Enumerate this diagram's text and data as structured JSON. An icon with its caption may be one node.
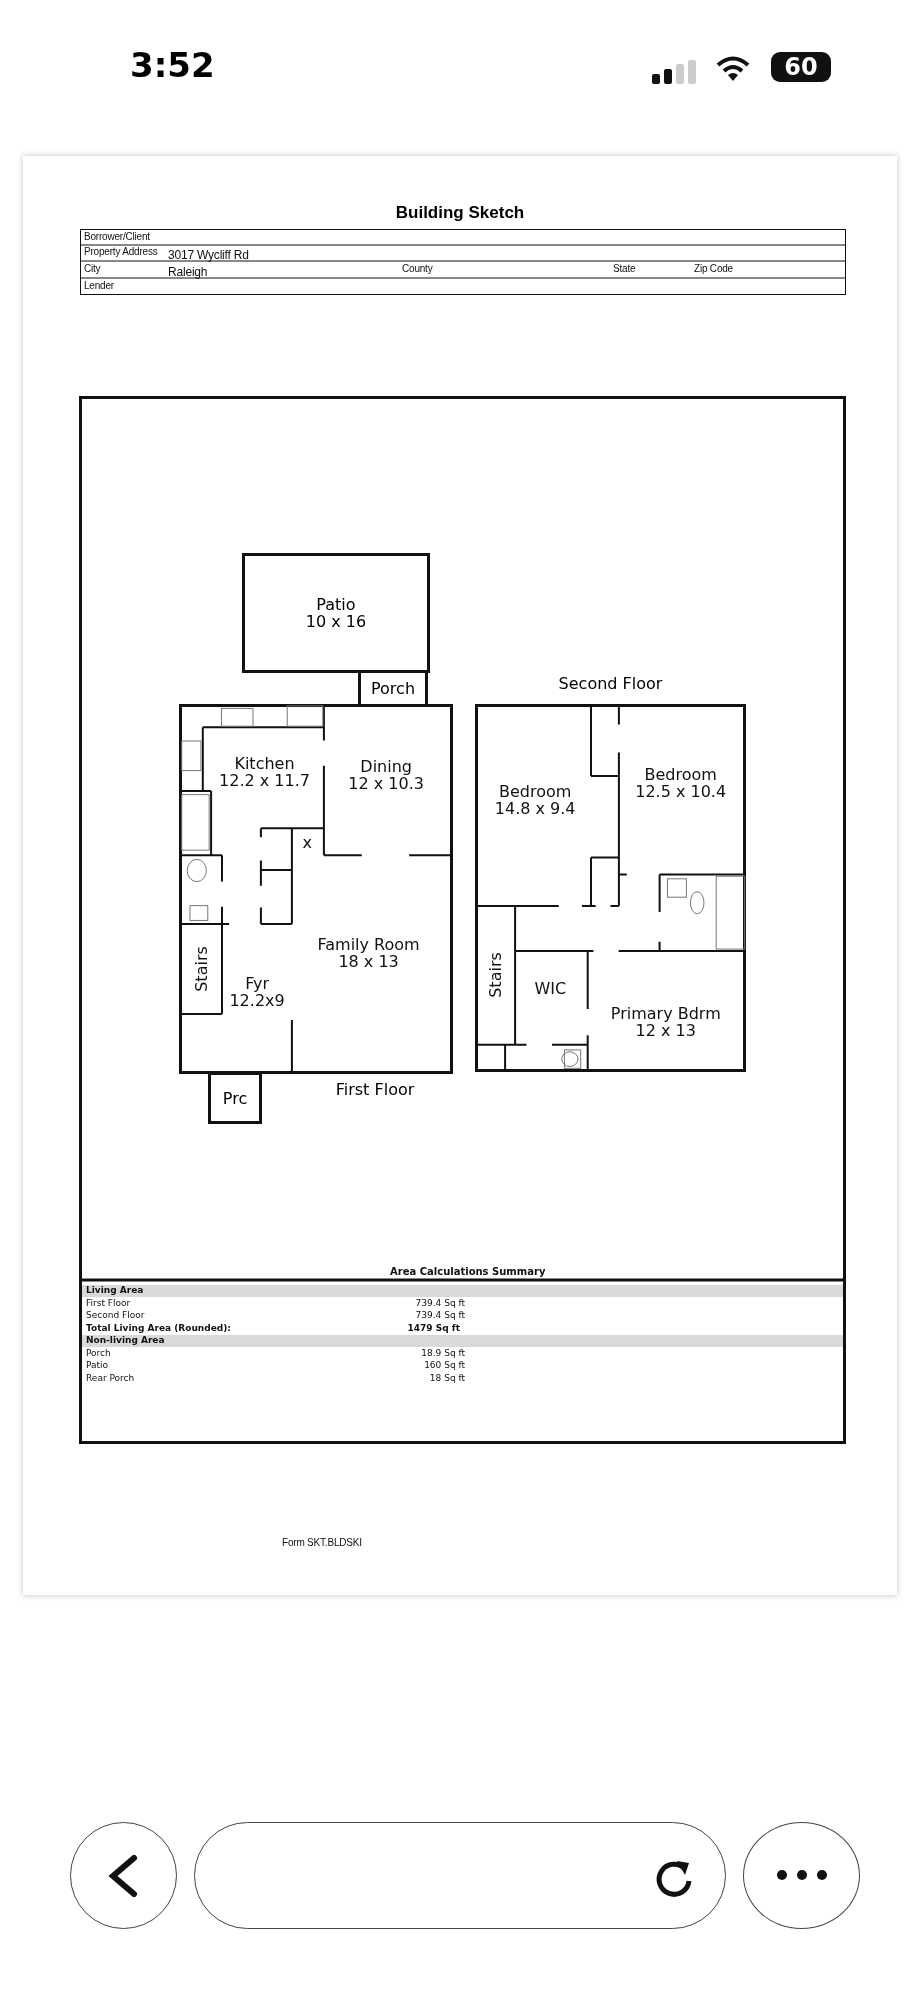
{
  "diagram": {
    "title": "Building Sketch",
    "nodes": [
      {
        "text": [
          "Patio",
          "10 x 16"
        ]
      },
      {
        "text": [
          "Porch"
        ]
      },
      {
        "text": [
          "First Floor"
        ]
      },
      {
        "text": [
          "Kitchen",
          "12.2 x 11.7"
        ],
        "in": 2
      },
      {
        "text": [
          "Dining",
          "12 x 10.3"
        ],
        "in": 2
      },
      {
        "text": [
          "x"
        ],
        "in": 2
      },
      {
        "text": [
          "Stairs"
        ],
        "in": 2
      },
      {
        "text": [
          "Fyr",
          "12.2x9"
        ],
        "in": 2
      },
      {
        "text": [
          "Family Room",
          "18 x 13"
        ],
        "in": 2
      },
      {
        "text": [
          "Prc"
        ]
      },
      {
        "text": [
          "Second Floor"
        ]
      },
      {
        "text": [
          "Bedroom",
          "14.8 x 9.4"
        ],
        "in": 10
      },
      {
        "text": [
          "Bedroom",
          "12.5 x 10.4"
        ],
        "in": 10
      },
      {
        "text": [
          "Stairs"
        ],
        "in": 10
      },
      {
        "text": [
          "WIC"
        ],
        "in": 10
      },
      {
        "text": [
          "Primary Bdrm",
          "12 x 13"
        ],
        "in": 10
      }
    ],
    "labels": [
      "3:52",
      "60",
      "Borrower/Client",
      "Property Address",
      "3017 Wycliff Rd",
      "City",
      "Raleigh",
      "County",
      "State",
      "Zip Code",
      "Lender",
      "Area Calculations Summary",
      "Living Area",
      "First Floor",
      "739.4 Sq ft",
      "Second Floor",
      "739.4 Sq ft",
      "Total Living Area (Rounded):",
      "1479 Sq ft",
      "Non-living Area",
      "Porch",
      "18.9 Sq ft",
      "Patio",
      "160 Sq ft",
      "Rear Porch",
      "18 Sq ft",
      "Form SKT.BLDSKI"
    ]
  }
}
